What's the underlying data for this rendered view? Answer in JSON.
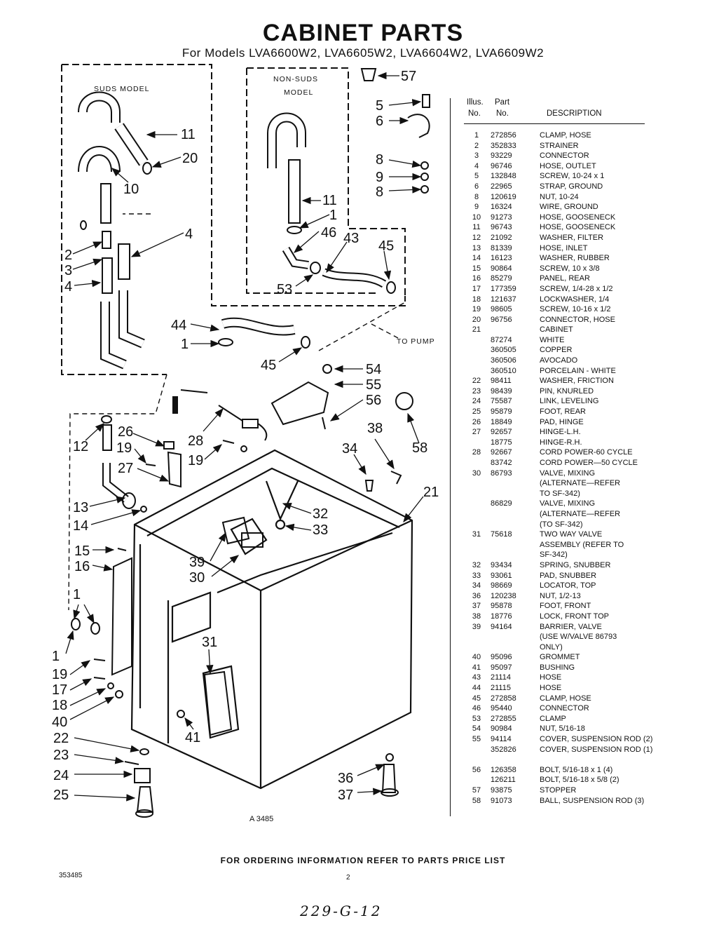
{
  "header": {
    "title": "CABINET PARTS",
    "subtitle": "For Models LVA6600W2, LVA6605W2, LVA6604W2, LVA6609W2"
  },
  "diagram": {
    "labels": {
      "suds_model": "SUDS MODEL",
      "non_suds_line1": "NON-SUDS",
      "non_suds_line2": "MODEL",
      "to_pump": "TO PUMP",
      "figure_id": "A 3485"
    },
    "callouts": [
      "57",
      "5",
      "6",
      "8",
      "9",
      "8",
      "11",
      "20",
      "10",
      "4",
      "2",
      "3",
      "4",
      "11",
      "1",
      "46",
      "43",
      "45",
      "53",
      "44",
      "1",
      "45",
      "54",
      "55",
      "56",
      "58",
      "38",
      "34",
      "12",
      "26",
      "19",
      "27",
      "28",
      "19",
      "13",
      "14",
      "15",
      "16",
      "32",
      "33",
      "21",
      "39",
      "30",
      "1",
      "1",
      "19",
      "17",
      "18",
      "40",
      "31",
      "22",
      "23",
      "24",
      "25",
      "41",
      "36",
      "37"
    ]
  },
  "parts_table": {
    "headers": {
      "illus_line1": "Illus.",
      "illus_line2": "No.",
      "part_line1": "Part",
      "part_line2": "No.",
      "description": "DESCRIPTION"
    },
    "rows": [
      {
        "no": "1",
        "part": "272856",
        "desc": "CLAMP, HOSE"
      },
      {
        "no": "2",
        "part": "352833",
        "desc": "STRAINER"
      },
      {
        "no": "3",
        "part": "93229",
        "desc": "CONNECTOR"
      },
      {
        "no": "4",
        "part": "96746",
        "desc": "HOSE, OUTLET"
      },
      {
        "no": "5",
        "part": "132848",
        "desc": "SCREW, 10-24 x 1"
      },
      {
        "no": "6",
        "part": "22965",
        "desc": "STRAP, GROUND"
      },
      {
        "no": "8",
        "part": "120619",
        "desc": "NUT, 10-24"
      },
      {
        "no": "9",
        "part": "16324",
        "desc": "WIRE, GROUND"
      },
      {
        "no": "10",
        "part": "91273",
        "desc": "HOSE, GOOSENECK"
      },
      {
        "no": "11",
        "part": "96743",
        "desc": "HOSE, GOOSENECK"
      },
      {
        "no": "12",
        "part": "21092",
        "desc": "WASHER, FILTER"
      },
      {
        "no": "13",
        "part": "81339",
        "desc": "HOSE, INLET"
      },
      {
        "no": "14",
        "part": "16123",
        "desc": "WASHER, RUBBER"
      },
      {
        "no": "15",
        "part": "90864",
        "desc": "SCREW, 10 x 3/8"
      },
      {
        "no": "16",
        "part": "85279",
        "desc": "PANEL, REAR"
      },
      {
        "no": "17",
        "part": "177359",
        "desc": "SCREW, 1/4-28 x 1/2"
      },
      {
        "no": "18",
        "part": "121637",
        "desc": "LOCKWASHER, 1/4"
      },
      {
        "no": "19",
        "part": "98605",
        "desc": "SCREW, 10-16 x 1/2"
      },
      {
        "no": "20",
        "part": "96756",
        "desc": "CONNECTOR, HOSE"
      },
      {
        "no": "21",
        "part": "",
        "desc": "CABINET"
      },
      {
        "no": "",
        "part": "87274",
        "desc": "WHITE"
      },
      {
        "no": "",
        "part": "360505",
        "desc": "COPPER"
      },
      {
        "no": "",
        "part": "360506",
        "desc": "AVOCADO"
      },
      {
        "no": "",
        "part": "360510",
        "desc": "PORCELAIN - WHITE"
      },
      {
        "no": "22",
        "part": "98411",
        "desc": "WASHER, FRICTION"
      },
      {
        "no": "23",
        "part": "98439",
        "desc": "PIN, KNURLED"
      },
      {
        "no": "24",
        "part": "75587",
        "desc": "LINK, LEVELING"
      },
      {
        "no": "25",
        "part": "95879",
        "desc": "FOOT, REAR"
      },
      {
        "no": "26",
        "part": "18849",
        "desc": "PAD, HINGE"
      },
      {
        "no": "27",
        "part": "92657",
        "desc": "HINGE-L.H."
      },
      {
        "no": "",
        "part": "18775",
        "desc": "HINGE-R.H."
      },
      {
        "no": "28",
        "part": "92667",
        "desc": "CORD POWER-60 CYCLE"
      },
      {
        "no": "",
        "part": "83742",
        "desc": "CORD POWER—50 CYCLE"
      },
      {
        "no": "30",
        "part": "86793",
        "desc": "VALVE, MIXING"
      },
      {
        "no": "",
        "part": "",
        "desc": "(ALTERNATE—REFER"
      },
      {
        "no": "",
        "part": "",
        "desc": "TO SF-342)"
      },
      {
        "no": "",
        "part": "86829",
        "desc": "VALVE, MIXING"
      },
      {
        "no": "",
        "part": "",
        "desc": "(ALTERNATE—REFER"
      },
      {
        "no": "",
        "part": "",
        "desc": "(TO SF-342)"
      },
      {
        "no": "31",
        "part": "75618",
        "desc": "TWO WAY VALVE"
      },
      {
        "no": "",
        "part": "",
        "desc": "ASSEMBLY (REFER TO"
      },
      {
        "no": "",
        "part": "",
        "desc": "SF-342)"
      },
      {
        "no": "32",
        "part": "93434",
        "desc": "SPRING, SNUBBER"
      },
      {
        "no": "33",
        "part": "93061",
        "desc": "PAD, SNUBBER"
      },
      {
        "no": "34",
        "part": "98669",
        "desc": "LOCATOR, TOP"
      },
      {
        "no": "36",
        "part": "120238",
        "desc": "NUT, 1/2-13"
      },
      {
        "no": "37",
        "part": "95878",
        "desc": "FOOT, FRONT"
      },
      {
        "no": "38",
        "part": "18776",
        "desc": "LOCK, FRONT TOP"
      },
      {
        "no": "39",
        "part": "94164",
        "desc": "BARRIER, VALVE"
      },
      {
        "no": "",
        "part": "",
        "desc": "(USE W/VALVE 86793"
      },
      {
        "no": "",
        "part": "",
        "desc": "ONLY)"
      },
      {
        "no": "40",
        "part": "95096",
        "desc": "GROMMET"
      },
      {
        "no": "41",
        "part": "95097",
        "desc": "BUSHING"
      },
      {
        "no": "43",
        "part": "21114",
        "desc": "HOSE"
      },
      {
        "no": "44",
        "part": "21115",
        "desc": "HOSE"
      },
      {
        "no": "45",
        "part": "272858",
        "desc": "CLAMP, HOSE"
      },
      {
        "no": "46",
        "part": "95440",
        "desc": "CONNECTOR"
      },
      {
        "no": "53",
        "part": "272855",
        "desc": "CLAMP"
      },
      {
        "no": "54",
        "part": "90984",
        "desc": "NUT, 5/16-18"
      },
      {
        "no": "55",
        "part": "94114",
        "desc": "COVER, SUSPENSION ROD (2)"
      },
      {
        "no": "",
        "part": "352826",
        "desc": "COVER, SUSPENSION ROD (1)"
      },
      {
        "no": "",
        "part": "",
        "desc": ""
      },
      {
        "no": "56",
        "part": "126358",
        "desc": "BOLT, 5/16-18 x 1 (4)"
      },
      {
        "no": "",
        "part": "126211",
        "desc": "BOLT, 5/16-18 x 5/8 (2)"
      },
      {
        "no": "57",
        "part": "93875",
        "desc": "STOPPER"
      },
      {
        "no": "58",
        "part": "91073",
        "desc": "BALL, SUSPENSION ROD (3)"
      }
    ]
  },
  "footer": {
    "ordering_note": "FOR ORDERING INFORMATION REFER TO PARTS PRICE LIST",
    "doc_number": "353485",
    "page_number": "2",
    "handwritten": "229-G-12"
  }
}
